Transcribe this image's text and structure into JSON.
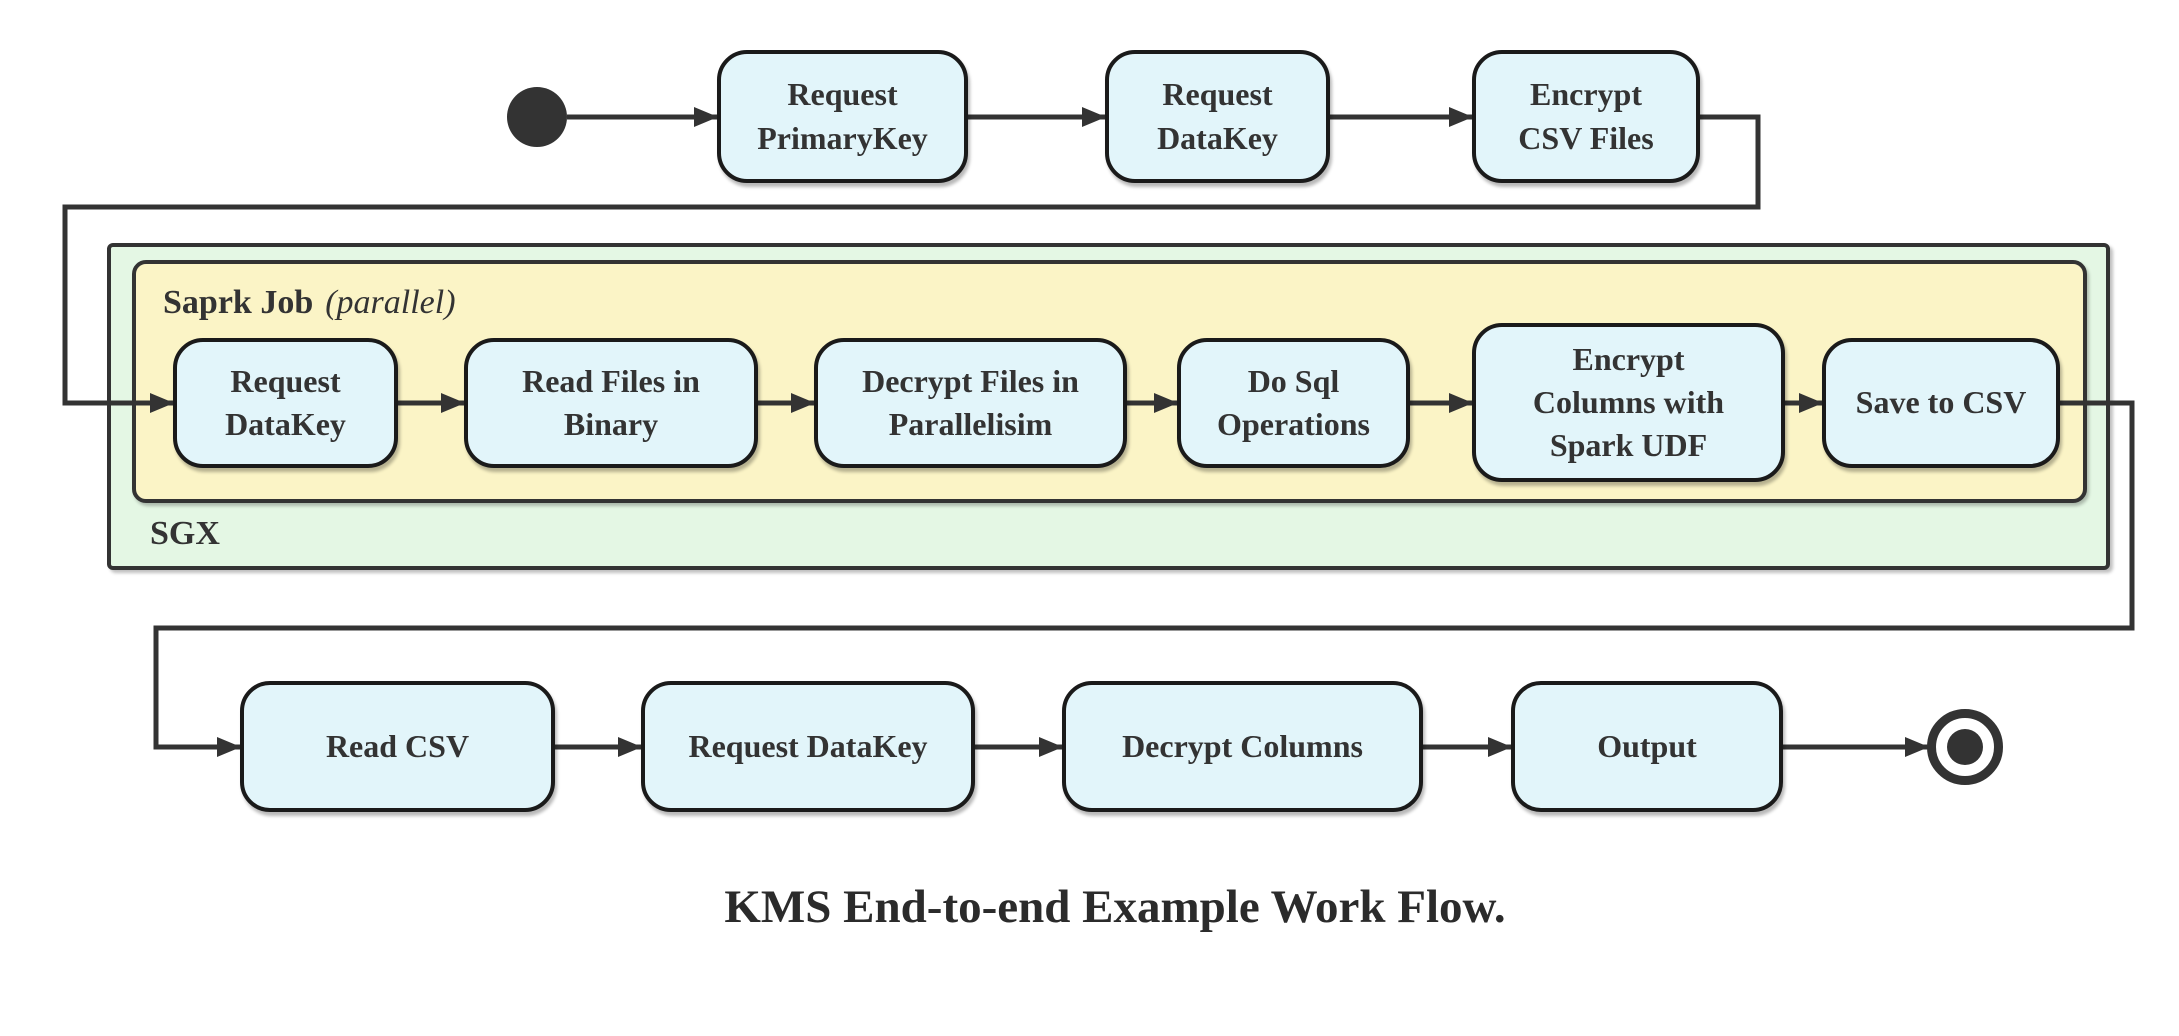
{
  "colors": {
    "node-fill": "#e2f5fa",
    "node-border": "#1a1a1a",
    "sgx-fill": "#e4f7e4",
    "spark-fill": "#fbf4c6",
    "line": "#333333",
    "text": "#333333"
  },
  "containers": {
    "sgx": {
      "label": "SGX"
    },
    "spark": {
      "title": "Saprk Job",
      "annotation": "(parallel)"
    }
  },
  "nodes": {
    "request_primarykey": [
      "Request",
      "PrimaryKey"
    ],
    "request_datakey_top": [
      "Request",
      "DataKey"
    ],
    "encrypt_csv_files": [
      "Encrypt",
      "CSV Files"
    ],
    "request_datakey_sgx": [
      "Request",
      "DataKey"
    ],
    "read_files_in_binary": [
      "Read Files in",
      "Binary"
    ],
    "decrypt_files_in_parallelisim": [
      "Decrypt Files in",
      "Parallelisim"
    ],
    "do_sql_operations": [
      "Do Sql",
      "Operations"
    ],
    "encrypt_columns_with_spark_udf": [
      "Encrypt",
      "Columns with",
      "Spark UDF"
    ],
    "save_to_csv": "Save to CSV",
    "read_csv": "Read CSV",
    "request_datakey_bottom": "Request DataKey",
    "decrypt_columns": "Decrypt Columns",
    "output": "Output"
  },
  "caption": "KMS End-to-end Example Work Flow."
}
